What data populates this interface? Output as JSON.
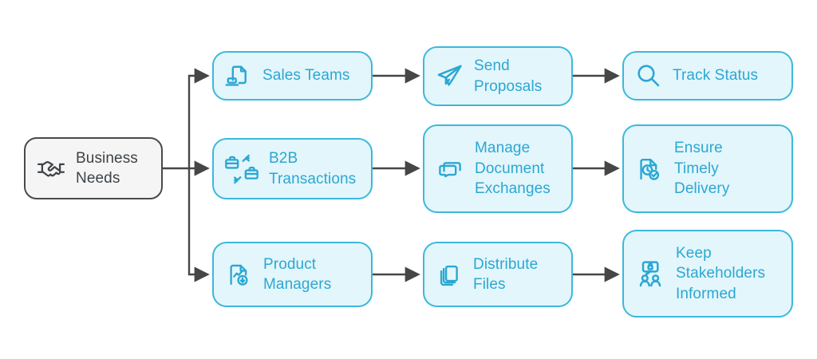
{
  "diagram": {
    "root": {
      "label": "Business Needs",
      "icon": "handshake-icon"
    },
    "flows": [
      {
        "source": {
          "label": "Sales Teams",
          "icon": "document-laptop-icon"
        },
        "action": {
          "label": "Send Proposals",
          "icon": "paper-plane-icon"
        },
        "outcome": {
          "label": "Track Status",
          "icon": "magnifier-icon"
        }
      },
      {
        "source": {
          "label": "B2B Transactions",
          "icon": "briefcase-exchange-icon"
        },
        "action": {
          "label": "Manage Document Exchanges",
          "icon": "document-cards-icon"
        },
        "outcome": {
          "label": "Ensure Timely Delivery",
          "icon": "document-clock-check-icon"
        }
      },
      {
        "source": {
          "label": "Product Managers",
          "icon": "report-download-icon"
        },
        "action": {
          "label": "Distribute Files",
          "icon": "files-stack-icon"
        },
        "outcome": {
          "label": "Keep Stakeholders Informed",
          "icon": "stakeholders-chat-lock-icon"
        }
      }
    ]
  },
  "colors": {
    "node_border": "#3cb8dc",
    "node_fill": "#e3f6fb",
    "node_text": "#2ba7d3",
    "root_border": "#4a4a4a",
    "root_fill": "#f5f5f5",
    "root_text": "#3e4347",
    "connector": "#464646",
    "background": "#ffffff"
  }
}
